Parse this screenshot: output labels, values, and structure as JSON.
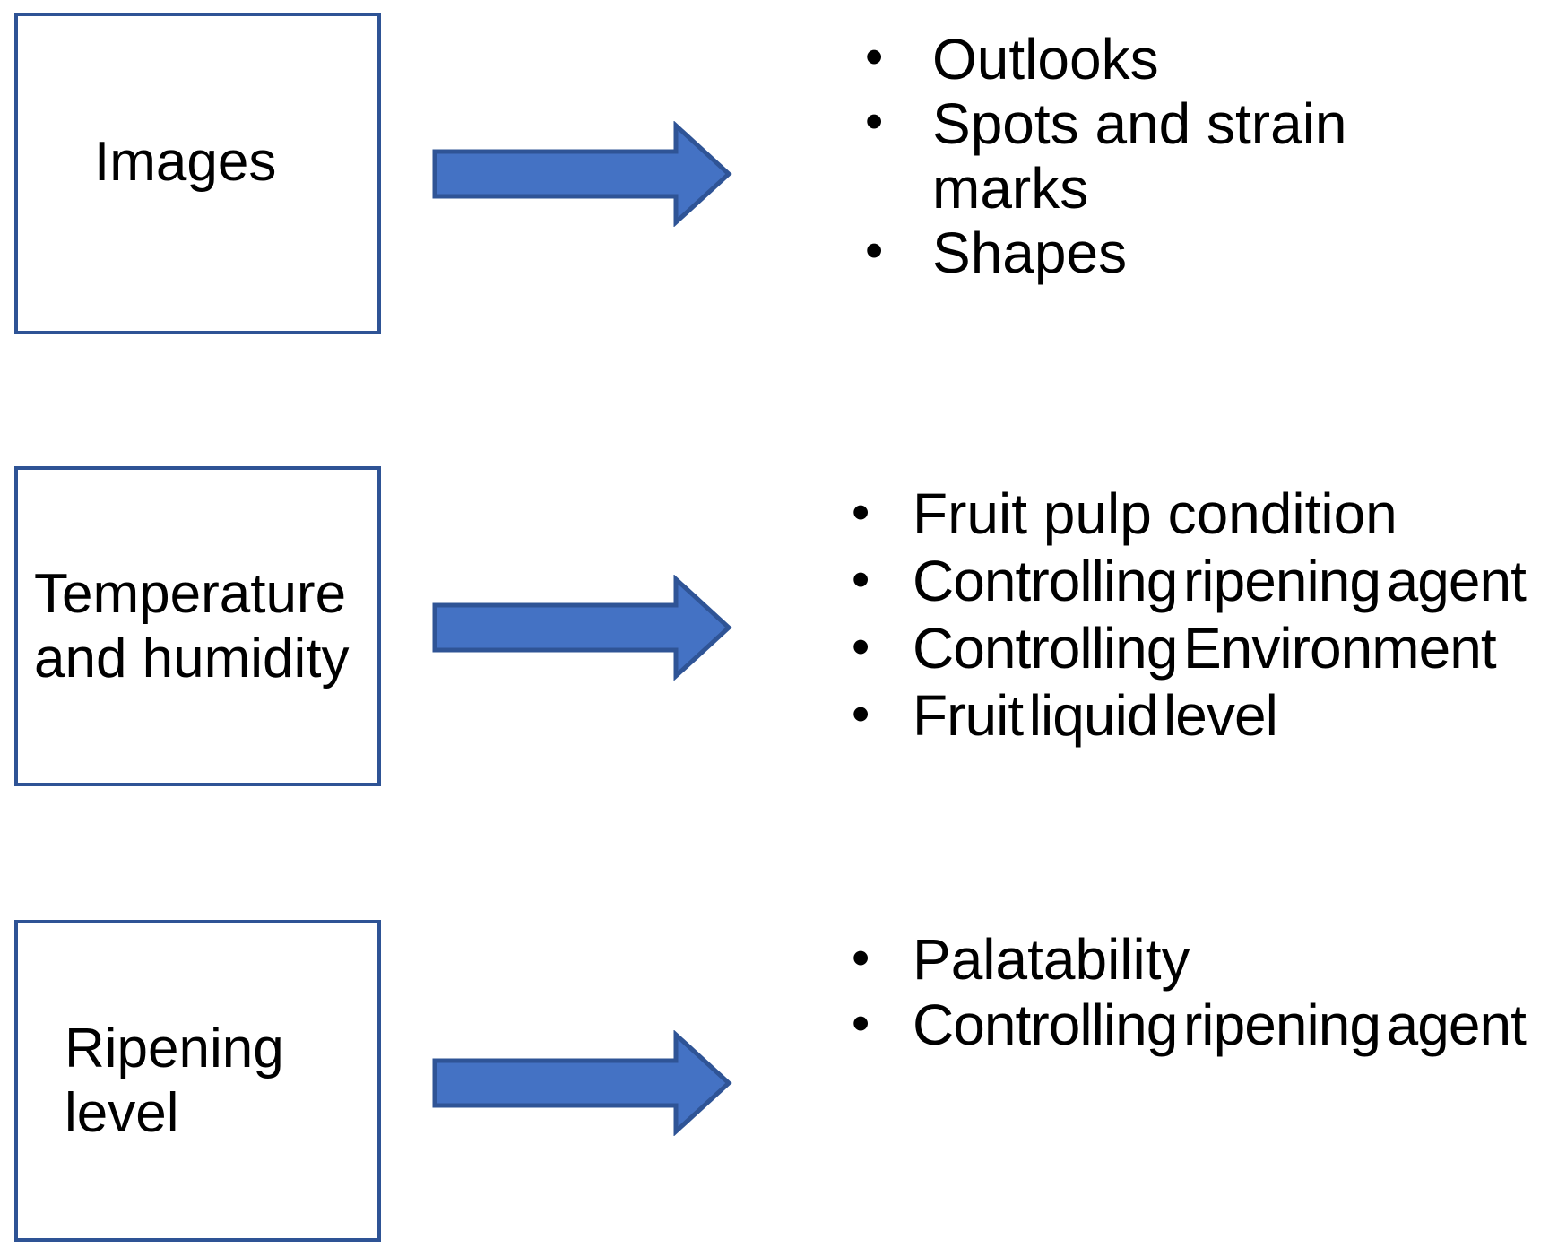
{
  "diagram": {
    "rows": [
      {
        "box_label": "Images",
        "bullets": [
          {
            "text": "Outlooks"
          },
          {
            "text": "Spots and strain\nmarks"
          },
          {
            "text": "Shapes"
          }
        ]
      },
      {
        "box_label": "Temperature\nand humidity",
        "bullets": [
          {
            "text": "Fruit pulp condition"
          },
          {
            "text": "Controlling ripening agent"
          },
          {
            "text": "Controlling Environment"
          },
          {
            "text": "Fruit liquid level"
          }
        ]
      },
      {
        "box_label": "Ripening\nlevel",
        "bullets": [
          {
            "text": "Palatability"
          },
          {
            "text": "Controlling ripening agent"
          }
        ]
      }
    ],
    "bullet_glyph": "•",
    "colors": {
      "box_border": "#2E5395",
      "arrow_fill": "#4472C4",
      "arrow_stroke": "#2F5496",
      "text": "#000000"
    }
  }
}
